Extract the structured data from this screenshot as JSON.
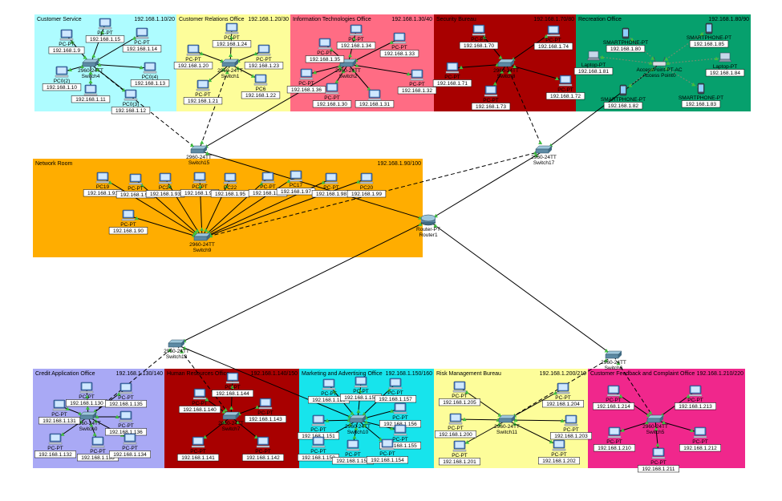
{
  "zones": [
    {
      "id": "cs",
      "title": "Customer Service",
      "range": "192.168.1.10/20",
      "color": "#aefcff"
    },
    {
      "id": "cr",
      "title": "Customer Relations Office",
      "range": "192.168.1.20/30",
      "color": "#fdfd9a"
    },
    {
      "id": "it",
      "title": "Information Technologies Office",
      "range": "192.168.1.30/40",
      "color": "#ff6c84"
    },
    {
      "id": "sec",
      "title": "Security Bureau",
      "range": "192.168.1.70/80",
      "color": "#a80000"
    },
    {
      "id": "rec",
      "title": "Recreation Office",
      "range": "192.168.1.80/90",
      "color": "#06a06d"
    },
    {
      "id": "nr",
      "title": "Network Room",
      "range": "192.168.1.90/100",
      "color": "#ffad00"
    },
    {
      "id": "ca",
      "title": "Credit Application Office",
      "range": "192.168.1.130/140",
      "color": "#a9a9f5"
    },
    {
      "id": "hr",
      "title": "Human Resources Office",
      "range": "192.168.1.140/150",
      "color": "#a80000"
    },
    {
      "id": "ma",
      "title": "Marketing and Advertising Office",
      "range": "192.168.1.150/160",
      "color": "#17e4ec"
    },
    {
      "id": "rm",
      "title": "Risk Management Bureau",
      "range": "192.168.1.200/210",
      "color": "#fdfd9a"
    },
    {
      "id": "cf",
      "title": "Customer Feedback and Complaint Office",
      "range": "192.168.1.210/220",
      "color": "#f0278c"
    }
  ],
  "switches": [
    {
      "id": "sw4",
      "model": "2960-24TT",
      "name": "Switch4"
    },
    {
      "id": "sw1",
      "model": "2960-24TT",
      "name": "Switch1"
    },
    {
      "id": "sw2",
      "model": "2960-24TT",
      "name": "Switch2"
    },
    {
      "id": "sw8",
      "model": "2960-24TT",
      "name": "Switch8"
    },
    {
      "id": "sw15",
      "model": "2960-24TT",
      "name": "Switch15"
    },
    {
      "id": "sw17",
      "model": "2960-24TT",
      "name": "Switch17"
    },
    {
      "id": "sw9",
      "model": "2960-24TT",
      "name": "Switch9"
    },
    {
      "id": "sw18",
      "model": "2960-24TT",
      "name": "Switch18"
    },
    {
      "id": "sw6",
      "model": "2960-24TT",
      "name": "Switch6"
    },
    {
      "id": "sw0",
      "model": "2960-24TT",
      "name": "Switch0"
    },
    {
      "id": "sw7",
      "model": "2960-24TT",
      "name": "Switch7"
    },
    {
      "id": "sw10",
      "model": "2960-24TT",
      "name": "Switch10"
    },
    {
      "id": "sw11",
      "model": "2960-24TT",
      "name": "Switch11"
    },
    {
      "id": "sw5",
      "model": "2960-24TT",
      "name": "Switch5"
    }
  ],
  "router": {
    "model": "Router-PT",
    "name": "Router1"
  },
  "access_point": {
    "model": "AccessPoint-PT-AC",
    "name": "Access Point0"
  },
  "devices": [
    {
      "zone": "cs",
      "type": "PC-PT",
      "name": "PC-PT",
      "ip": "192.168.1.15"
    },
    {
      "zone": "cs",
      "type": "PC-PT",
      "name": "PC-PT",
      "ip": "192.168.1.9"
    },
    {
      "zone": "cs",
      "type": "PC-PT",
      "name": "PC-PT",
      "ip": "192.168.1.14"
    },
    {
      "zone": "cs",
      "type": "PC-PT",
      "name": "PC0(4)",
      "ip": "192.168.1.13"
    },
    {
      "zone": "cs",
      "type": "PC-PT",
      "name": "PC0(2)",
      "ip": "192.168.1.10"
    },
    {
      "zone": "cs",
      "type": "PC-PT",
      "name": "PC0(3)",
      "ip": "192.168.1.12"
    },
    {
      "zone": "cs",
      "type": "PC-PT",
      "name": "",
      "ip": "192.168.1.11"
    },
    {
      "zone": "cr",
      "type": "PC-PT",
      "name": "PC-PT",
      "ip": "192.168.1.24"
    },
    {
      "zone": "cr",
      "type": "PC-PT",
      "name": "PC-PT",
      "ip": "192.168.1.20"
    },
    {
      "zone": "cr",
      "type": "PC-PT",
      "name": "PC-PT",
      "ip": "192.168.1.23"
    },
    {
      "zone": "cr",
      "type": "PC-PT",
      "name": "PC6",
      "ip": "192.168.1.22"
    },
    {
      "zone": "cr",
      "type": "PC-PT",
      "name": "PC-PT",
      "ip": "192.168.1.21"
    },
    {
      "zone": "it",
      "type": "PC-PT",
      "name": "PC-PT",
      "ip": "192.168.1.34"
    },
    {
      "zone": "it",
      "type": "PC-PT",
      "name": "PC-PT",
      "ip": "192.168.1.35"
    },
    {
      "zone": "it",
      "type": "PC-PT",
      "name": "PC-PT",
      "ip": "192.168.1.33"
    },
    {
      "zone": "it",
      "type": "PC-PT",
      "name": "PC-PT",
      "ip": "192.168.1.36"
    },
    {
      "zone": "it",
      "type": "PC-PT",
      "name": "PC-PT",
      "ip": "192.168.1.32"
    },
    {
      "zone": "it",
      "type": "PC-PT",
      "name": "PC-PT",
      "ip": "192.168.1.30"
    },
    {
      "zone": "it",
      "type": "PC-PT",
      "name": "",
      "ip": "192.168.1.31"
    },
    {
      "zone": "sec",
      "type": "PC-PT",
      "name": "PC-PT",
      "ip": "192.168.1.70"
    },
    {
      "zone": "sec",
      "type": "PC-PT",
      "name": "PC-PT",
      "ip": "192.168.1.74"
    },
    {
      "zone": "sec",
      "type": "PC-PT",
      "name": "PC-PT",
      "ip": "192.168.1.71"
    },
    {
      "zone": "sec",
      "type": "PC-PT",
      "name": "PC-PT",
      "ip": "192.168.1.73"
    },
    {
      "zone": "sec",
      "type": "PC-PT",
      "name": "PC-PT",
      "ip": "192.168.1.72"
    },
    {
      "zone": "rec",
      "type": "SMARTPHONE-PT",
      "name": "SMARTPHONE-PT",
      "ip": "192.168.1.80"
    },
    {
      "zone": "rec",
      "type": "SMARTPHONE-PT",
      "name": "SMARTPHONE-PT",
      "ip": "192.168.1.85"
    },
    {
      "zone": "rec",
      "type": "Laptop-PT",
      "name": "Laptop-PT",
      "ip": "192.168.1.81"
    },
    {
      "zone": "rec",
      "type": "Laptop-PT",
      "name": "Laptop-PT",
      "ip": "192.168.1.84"
    },
    {
      "zone": "rec",
      "type": "SMARTPHONE-PT",
      "name": "SMARTPHONE-PT",
      "ip": "192.168.1.82"
    },
    {
      "zone": "rec",
      "type": "SMARTPHONE-PT",
      "name": "SMARTPHONE-PT",
      "ip": "192.168.1.83"
    },
    {
      "zone": "nr",
      "type": "PC-PT",
      "name": "PC19",
      "ip": "192.168.1.91"
    },
    {
      "zone": "nr",
      "type": "PC-PT",
      "name": "PC-PT",
      "ip": "192.168.1.92"
    },
    {
      "zone": "nr",
      "type": "PC-PT",
      "name": "PC24",
      "ip": "192.168.1.93"
    },
    {
      "zone": "nr",
      "type": "PC-PT",
      "name": "PC-PT",
      "ip": "192.168.1.94"
    },
    {
      "zone": "nr",
      "type": "PC-PT",
      "name": "PC22",
      "ip": "192.168.1.95"
    },
    {
      "zone": "nr",
      "type": "PC-PT",
      "name": "PC-PT",
      "ip": "192.168.1.96"
    },
    {
      "zone": "nr",
      "type": "PC-PT",
      "name": "PC17",
      "ip": "192.168.1.97"
    },
    {
      "zone": "nr",
      "type": "PC-PT",
      "name": "PC-PT",
      "ip": "192.168.1.98"
    },
    {
      "zone": "nr",
      "type": "PC-PT",
      "name": "PC20",
      "ip": "192.168.1.99"
    },
    {
      "zone": "nr",
      "type": "PC-PT",
      "name": "PC-PT",
      "ip": "192.168.1.90"
    },
    {
      "zone": "ca",
      "type": "PC-PT",
      "name": "PC-PT",
      "ip": "192.168.1.130"
    },
    {
      "zone": "ca",
      "type": "PC-PT",
      "name": "PC-PT",
      "ip": "192.168.1.135"
    },
    {
      "zone": "ca",
      "type": "PC-PT",
      "name": "PC-PT",
      "ip": "192.168.1.131"
    },
    {
      "zone": "ca",
      "type": "PC-PT",
      "name": "PC-PT",
      "ip": "192.168.1.136"
    },
    {
      "zone": "ca",
      "type": "PC-PT",
      "name": "PC-PT",
      "ip": "192.168.1.132"
    },
    {
      "zone": "ca",
      "type": "PC-PT",
      "name": "PC-PT",
      "ip": "192.168.1.133"
    },
    {
      "zone": "ca",
      "type": "PC-PT",
      "name": "PC-PT",
      "ip": "192.168.1.134"
    },
    {
      "zone": "hr",
      "type": "PC-PT",
      "name": "PC-PT",
      "ip": "192.168.1.144"
    },
    {
      "zone": "hr",
      "type": "PC-PT",
      "name": "PC-PT",
      "ip": "192.168.1.140"
    },
    {
      "zone": "hr",
      "type": "PC-PT",
      "name": "PC-PT",
      "ip": "192.168.1.143"
    },
    {
      "zone": "hr",
      "type": "PC-PT",
      "name": "PC-PT",
      "ip": "192.168.1.141"
    },
    {
      "zone": "hr",
      "type": "PC-PT",
      "name": "PC-PT",
      "ip": "192.168.1.142"
    },
    {
      "zone": "ma",
      "type": "PC-PT",
      "name": "PC-PT",
      "ip": "192.168.1.150"
    },
    {
      "zone": "ma",
      "type": "PC-PT",
      "name": "PC-PT",
      "ip": "192.168.1.158"
    },
    {
      "zone": "ma",
      "type": "PC-PT",
      "name": "PC-PT",
      "ip": "192.168.1.157"
    },
    {
      "zone": "ma",
      "type": "PC-PT",
      "name": "PC-PT",
      "ip": "192.168.1.156"
    },
    {
      "zone": "ma",
      "type": "PC-PT",
      "name": "PC-PT",
      "ip": "192.168.1.151"
    },
    {
      "zone": "ma",
      "type": "PC-PT",
      "name": "PC-PT",
      "ip": "192.168.1.155"
    },
    {
      "zone": "ma",
      "type": "PC-PT",
      "name": "PC-PT",
      "ip": "192.168.1.152"
    },
    {
      "zone": "ma",
      "type": "PC-PT",
      "name": "PC-PT",
      "ip": "192.168.1.153"
    },
    {
      "zone": "ma",
      "type": "PC-PT",
      "name": "PC-PT",
      "ip": "192.168.1.154"
    },
    {
      "zone": "rm",
      "type": "PC-PT",
      "name": "PC-PT",
      "ip": "192.168.1.205"
    },
    {
      "zone": "rm",
      "type": "PC-PT",
      "name": "PC-PT",
      "ip": "192.168.1.204"
    },
    {
      "zone": "rm",
      "type": "PC-PT",
      "name": "PC-PT",
      "ip": "192.168.1.200"
    },
    {
      "zone": "rm",
      "type": "PC-PT",
      "name": "PC-PT",
      "ip": "192.168.1.203"
    },
    {
      "zone": "rm",
      "type": "PC-PT",
      "name": "PC-PT",
      "ip": "192.168.1.201"
    },
    {
      "zone": "rm",
      "type": "PC-PT",
      "name": "PC-PT",
      "ip": "192.168.1.202"
    },
    {
      "zone": "cf",
      "type": "PC-PT",
      "name": "PC-PT",
      "ip": "192.168.1.214"
    },
    {
      "zone": "cf",
      "type": "PC-PT",
      "name": "PC-PT",
      "ip": "192.168.1.213"
    },
    {
      "zone": "cf",
      "type": "PC-PT",
      "name": "PC-PT",
      "ip": "192.168.1.210"
    },
    {
      "zone": "cf",
      "type": "PC-PT",
      "name": "PC-PT",
      "ip": "192.168.1.211"
    },
    {
      "zone": "cf",
      "type": "PC-PT",
      "name": "PC-PT",
      "ip": "192.168.1.212"
    }
  ]
}
